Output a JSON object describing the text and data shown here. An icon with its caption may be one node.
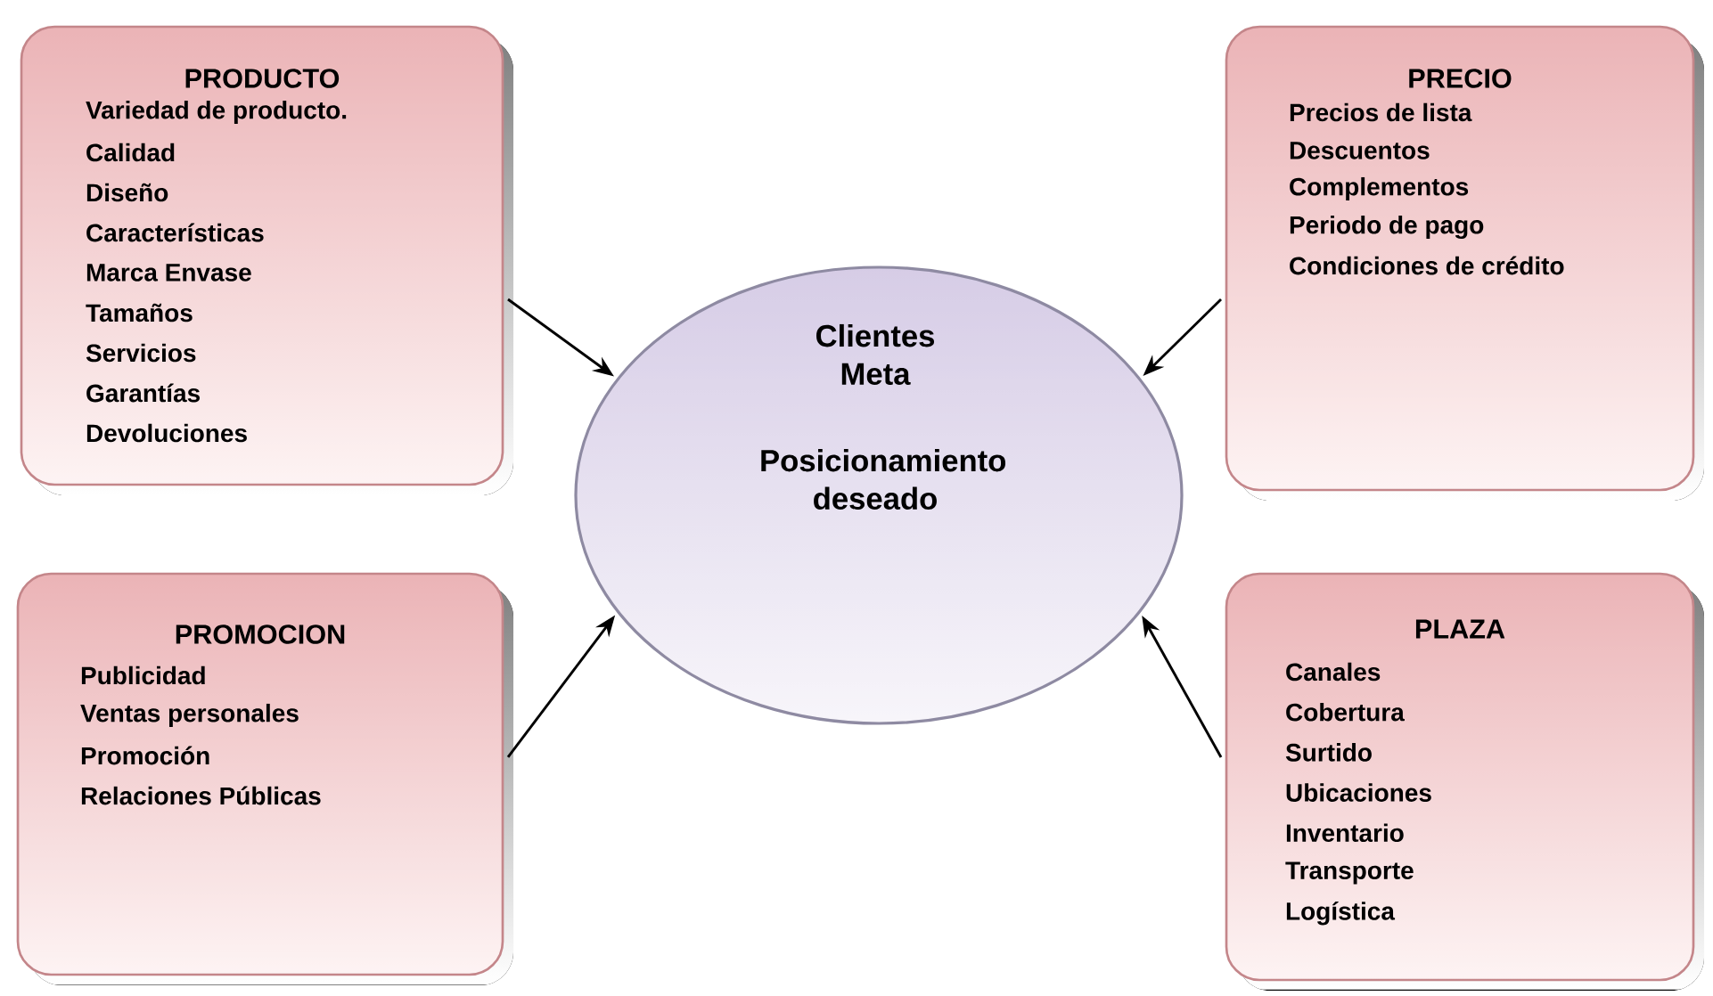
{
  "diagram": {
    "nodes": [
      {
        "text": [
          "PRODUCTO",
          "Variedad de producto.",
          "Calidad",
          "Diseño",
          "Características",
          "Marca Envase",
          "Tamaños",
          "Servicios",
          "Garantías",
          "Devoluciones"
        ]
      },
      {
        "text": [
          "PRECIO",
          "Precios de lista",
          "Descuentos",
          "Complementos",
          "Periodo de pago",
          "Condiciones de crédito"
        ]
      },
      {
        "text": [
          "Clientes Meta",
          "Posicionamiento deseado"
        ]
      },
      {
        "text": [
          "PROMOCION",
          "Publicidad",
          "Ventas personales",
          "Promoción",
          "Relaciones Públicas"
        ]
      },
      {
        "text": [
          "PLAZA",
          "Canales",
          "Cobertura",
          "Surtido",
          "Ubicaciones",
          "Inventario",
          "Transporte",
          "Logística"
        ]
      }
    ],
    "edges": [
      {
        "from": 0,
        "to": 2,
        "arrow": "to"
      },
      {
        "from": 1,
        "to": 2,
        "arrow": "to"
      },
      {
        "from": 3,
        "to": 2,
        "arrow": "to"
      },
      {
        "from": 4,
        "to": 2,
        "arrow": "to"
      }
    ]
  }
}
